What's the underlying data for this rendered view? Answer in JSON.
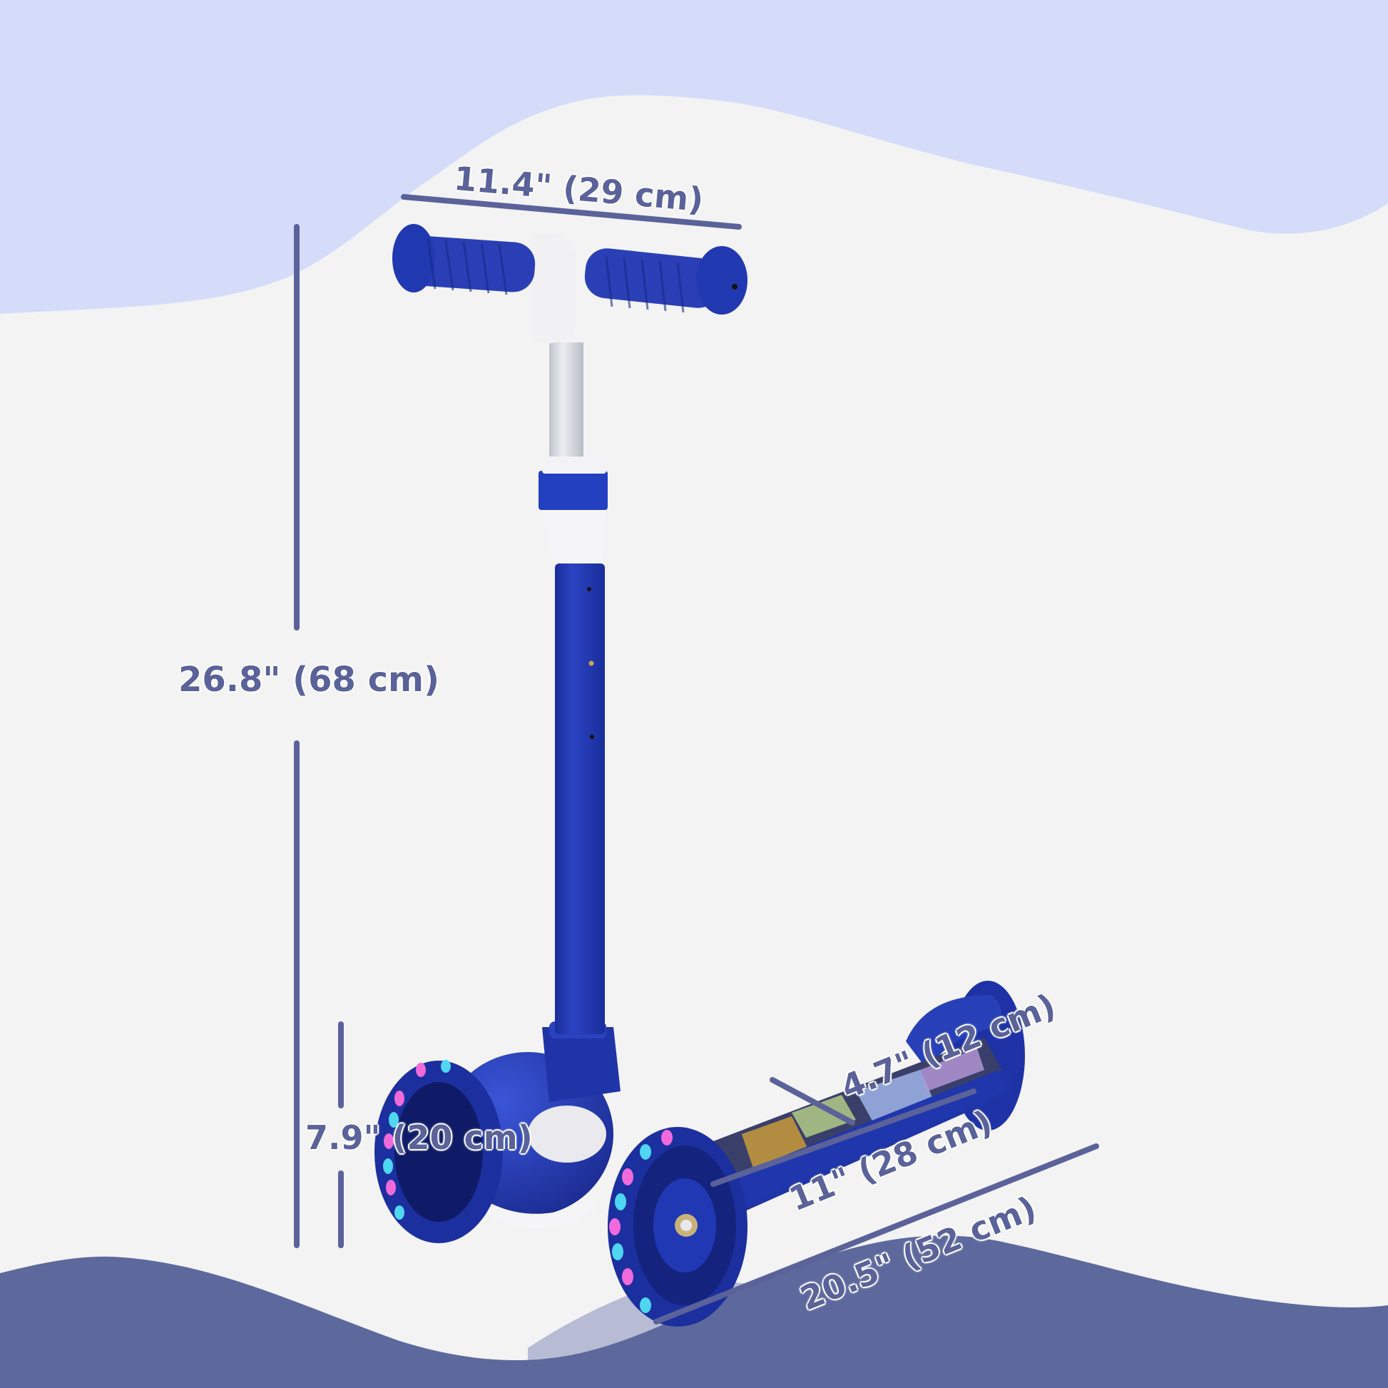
{
  "image": {
    "subject": "Kids 3-wheel kick scooter with light-up wheels",
    "colors": {
      "background_top_wave": "#d4dcfa",
      "background_main": "#f3f3f4",
      "background_bottom_wave": "#5d689c",
      "bottom_wave_shadow": "#b7bcd4",
      "dimension_line": "#5a6299",
      "dimension_text": "#5a6299",
      "scooter_blue": "#1f35a8",
      "scooter_white": "#f4f4f6",
      "stem_silver": "#d9dce2",
      "led_pink": "#f06adb",
      "led_cyan": "#4fd6f0"
    }
  },
  "dimensions": {
    "handlebar_width": "11.4\" (29 cm)",
    "total_height": "26.8\" (68 cm)",
    "deck_height": "7.9\" (20 cm)",
    "deck_width": "4.7\" (12 cm)",
    "deck_length": "11\" (28 cm)",
    "total_length": "20.5\" (52 cm)"
  }
}
